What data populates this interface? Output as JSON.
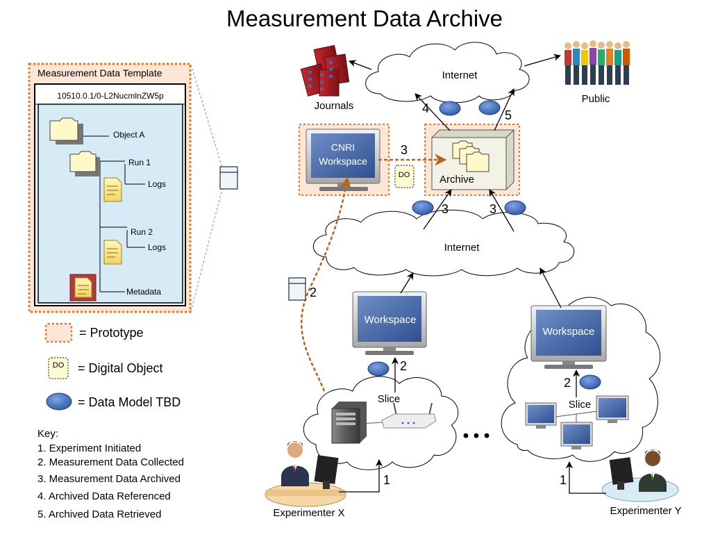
{
  "title": "Measurement Data Archive",
  "template": {
    "title": "Measurement Data Template",
    "handle": "10510.0.1/0-L2NucmlnZW5p",
    "tree": {
      "object": "Object A",
      "run1": "Run 1",
      "logs1": "Logs",
      "run2": "Run 2",
      "logs2": "Logs",
      "metadata": "Metadata"
    }
  },
  "legend": {
    "prototype": "= Prototype",
    "do_badge": "DO",
    "digital_object": "= Digital Object",
    "data_model": "= Data Model TBD"
  },
  "key": {
    "title": "Key:",
    "items": [
      "1. Experiment Initiated",
      "2. Measurement Data Collected",
      "3. Measurement Data Archived",
      "4. Archived Data Referenced",
      "5. Archived Data Retrieved"
    ]
  },
  "nodes": {
    "journals": "Journals",
    "internet_top": "Internet",
    "public": "Public",
    "cnri_line1": "CNRI",
    "cnri_line2": "Workspace",
    "do_badge": "DO",
    "archive": "Archive",
    "internet_mid": "Internet",
    "workspace_x": "Workspace",
    "workspace_y": "Workspace",
    "slice_x": "Slice",
    "slice_y": "Slice",
    "experimenter_x": "Experimenter X",
    "experimenter_y": "Experimenter Y",
    "ellipsis": "• • •"
  },
  "steps": {
    "s4": "4",
    "s5": "5",
    "s3_cnri": "3",
    "s3_left": "3",
    "s3_right": "3",
    "s2_do": "2",
    "s2_x": "2",
    "s2_y": "2",
    "s1_x": "1",
    "s1_y": "1"
  },
  "colors": {
    "prototype_fill": "#fde6d6",
    "prototype_border": "#e07a2e",
    "data_model_blue": "#3f6fbf",
    "screen_blue": "#4a6aa3",
    "arrow_brown": "#b5651d",
    "panel_fill": "#d6ebf5",
    "do_fill": "#fffbd0"
  }
}
